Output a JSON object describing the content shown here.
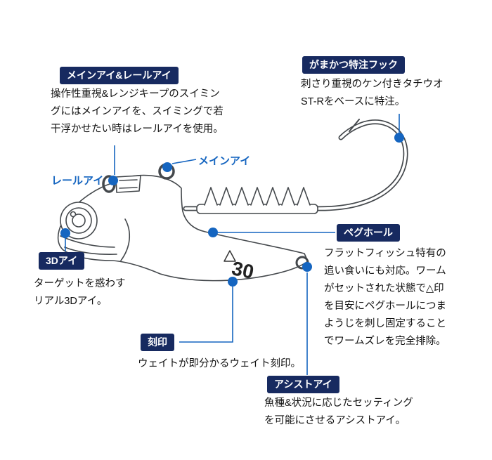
{
  "colors": {
    "navy": "#172a60",
    "blue": "#1565c0",
    "ink": "#111111",
    "art": "#44484c"
  },
  "callouts": {
    "main_rail_eye": {
      "label": "メインアイ&レールアイ",
      "lines": [
        "操作性重視&レンジキープのスイミン",
        "グにはメインアイを、スイミングで若",
        "干浮かせたい時はレールアイを使用。"
      ]
    },
    "hook": {
      "label": "がまかつ特注フック",
      "lines": [
        "刺さり重視のケン付きタチウオ",
        "ST-Rをベースに特注。"
      ]
    },
    "rail_eye": {
      "label": "レールアイ"
    },
    "main_eye": {
      "label": "メインアイ"
    },
    "eye_3d": {
      "label": "3Dアイ",
      "lines": [
        "ターゲットを惑わす",
        "リアル3Dアイ。"
      ]
    },
    "peg_hole": {
      "label": "ペグホール",
      "lines": [
        "フラットフィッシュ特有の",
        "追い食いにも対応。ワーム",
        "がセットされた状態で△印",
        "を目安にペグホールにつま",
        "ようじを刺し固定すること",
        "でワームズレを完全排除。"
      ]
    },
    "engraving": {
      "label": "刻印",
      "lines": [
        "ウェイトが即分かるウェイト刻印。"
      ]
    },
    "assist_eye": {
      "label": "アシストアイ",
      "lines": [
        "魚種&状況に応じたセッティング",
        "を可能にさせるアシストアイ。"
      ]
    }
  },
  "illustration": {
    "weight_number": "30"
  }
}
